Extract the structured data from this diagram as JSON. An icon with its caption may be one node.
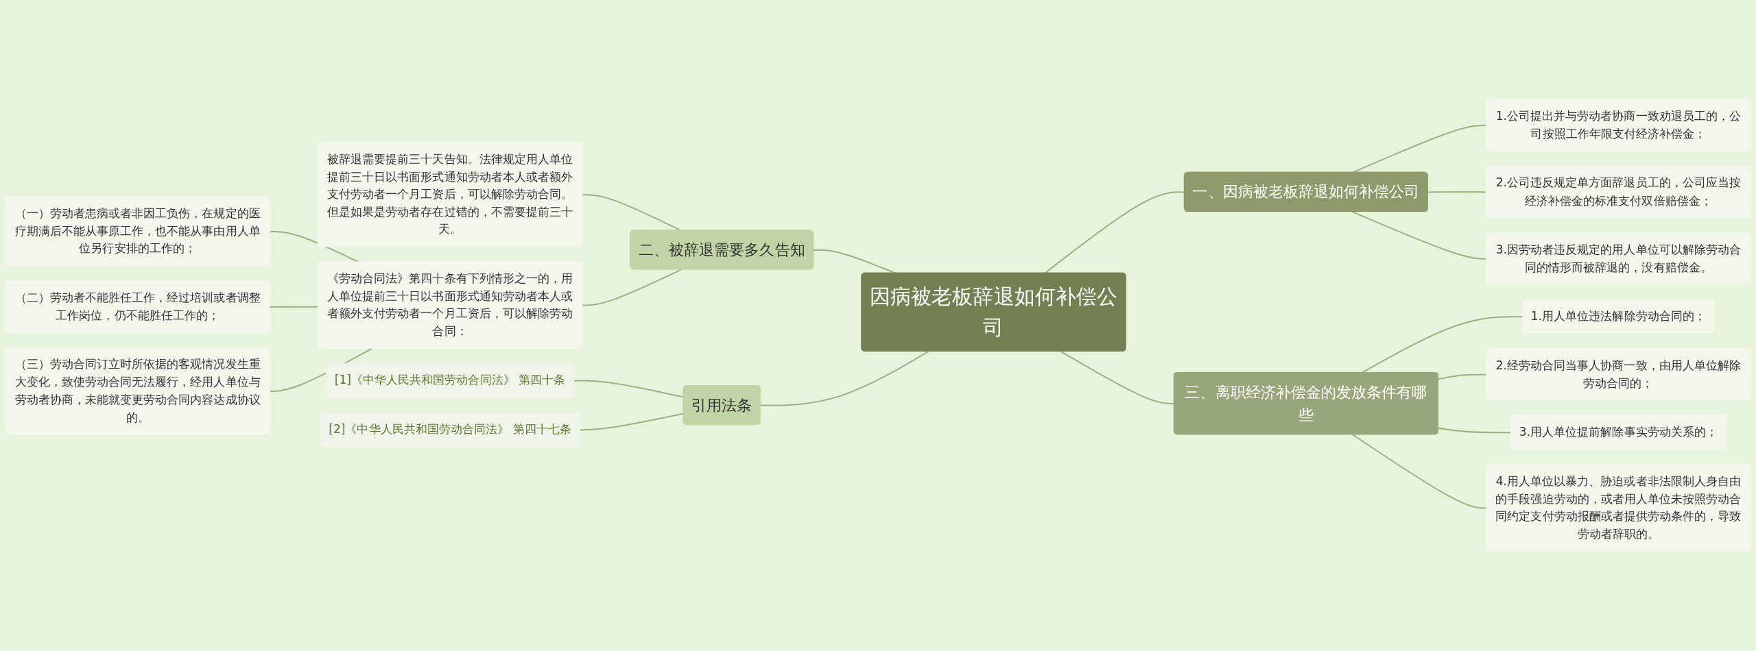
{
  "diagram": {
    "nodes": [
      {
        "text": [
          "因病被老板辞退如何补偿公司"
        ]
      },
      {
        "text": [
          "二、被辞退需要多久告知"
        ]
      },
      {
        "text": [
          "被辞退需要提前三十天告知。法律规定用人单位提前三十日以书面形式通知劳动者本人或者额外支付劳动者一个月工资后，可以解除劳动合同。但是如果是劳动者存在过错的，不需要提前三十天。"
        ]
      },
      {
        "text": [
          "《劳动合同法》第四十条有下列情形之一的，用人单位提前三十日以书面形式通知劳动者本人或者额外支付劳动者一个月工资后，可以解除劳动合同："
        ]
      },
      {
        "text": [
          "（一）劳动者患病或者非因工负伤，在规定的医疗期满后不能从事原工作，也不能从事由用人单位另行安排的工作的；"
        ]
      },
      {
        "text": [
          "（二）劳动者不能胜任工作，经过培训或者调整工作岗位，仍不能胜任工作的；"
        ]
      },
      {
        "text": [
          "（三）劳动合同订立时所依据的客观情况发生重大变化，致使劳动合同无法履行，经用人单位与劳动者协商，未能就变更劳动合同内容达成协议的。"
        ]
      },
      {
        "text": [
          "引用法条"
        ]
      },
      {
        "text": [
          "[1]《中华人民共和国劳动合同法》 第四十条"
        ]
      },
      {
        "text": [
          "[2]《中华人民共和国劳动合同法》 第四十七条"
        ]
      },
      {
        "text": [
          "一、因病被老板辞退如何补偿公司"
        ]
      },
      {
        "text": [
          "1.公司提出并与劳动者协商一致劝退员工的，公司按照工作年限支付经济补偿金；"
        ]
      },
      {
        "text": [
          "2.公司违反规定单方面辞退员工的，公司应当按经济补偿金的标准支付双倍赔偿金；"
        ]
      },
      {
        "text": [
          "3.因劳动者违反规定的用人单位可以解除劳动合同的情形而被辞退的，没有赔偿金。"
        ]
      },
      {
        "text": [
          "三、离职经济补偿金的发放条件有哪些"
        ]
      },
      {
        "text": [
          "1.用人单位违法解除劳动合同的；"
        ]
      },
      {
        "text": [
          "2.经劳动合同当事人协商一致，由用人单位解除劳动合同的；"
        ]
      },
      {
        "text": [
          "3.用人单位提前解除事实劳动关系的；"
        ]
      },
      {
        "text": [
          "4.用人单位以暴力、胁迫或者非法限制人身自由的手段强迫劳动的，或者用人单位未按照劳动合同约定支付劳动报酬或者提供劳动条件的，导致劳动者辞职的。"
        ]
      }
    ],
    "edges": [
      {
        "from": 1,
        "to": 0,
        "arrow": "none"
      },
      {
        "from": 2,
        "to": 1,
        "arrow": "none"
      },
      {
        "from": 3,
        "to": 1,
        "arrow": "none"
      },
      {
        "from": 4,
        "to": 3,
        "arrow": "none"
      },
      {
        "from": 5,
        "to": 3,
        "arrow": "none"
      },
      {
        "from": 6,
        "to": 3,
        "arrow": "none"
      },
      {
        "from": 7,
        "to": 0,
        "arrow": "none"
      },
      {
        "from": 8,
        "to": 7,
        "arrow": "none"
      },
      {
        "from": 9,
        "to": 7,
        "arrow": "none"
      },
      {
        "from": 0,
        "to": 10,
        "arrow": "none"
      },
      {
        "from": 10,
        "to": 11,
        "arrow": "none"
      },
      {
        "from": 10,
        "to": 12,
        "arrow": "none"
      },
      {
        "from": 10,
        "to": 13,
        "arrow": "none"
      },
      {
        "from": 0,
        "to": 14,
        "arrow": "none"
      },
      {
        "from": 14,
        "to": 15,
        "arrow": "none"
      },
      {
        "from": 14,
        "to": 16,
        "arrow": "none"
      },
      {
        "from": 14,
        "to": 17,
        "arrow": "none"
      },
      {
        "from": 14,
        "to": 18,
        "arrow": "none"
      }
    ]
  }
}
